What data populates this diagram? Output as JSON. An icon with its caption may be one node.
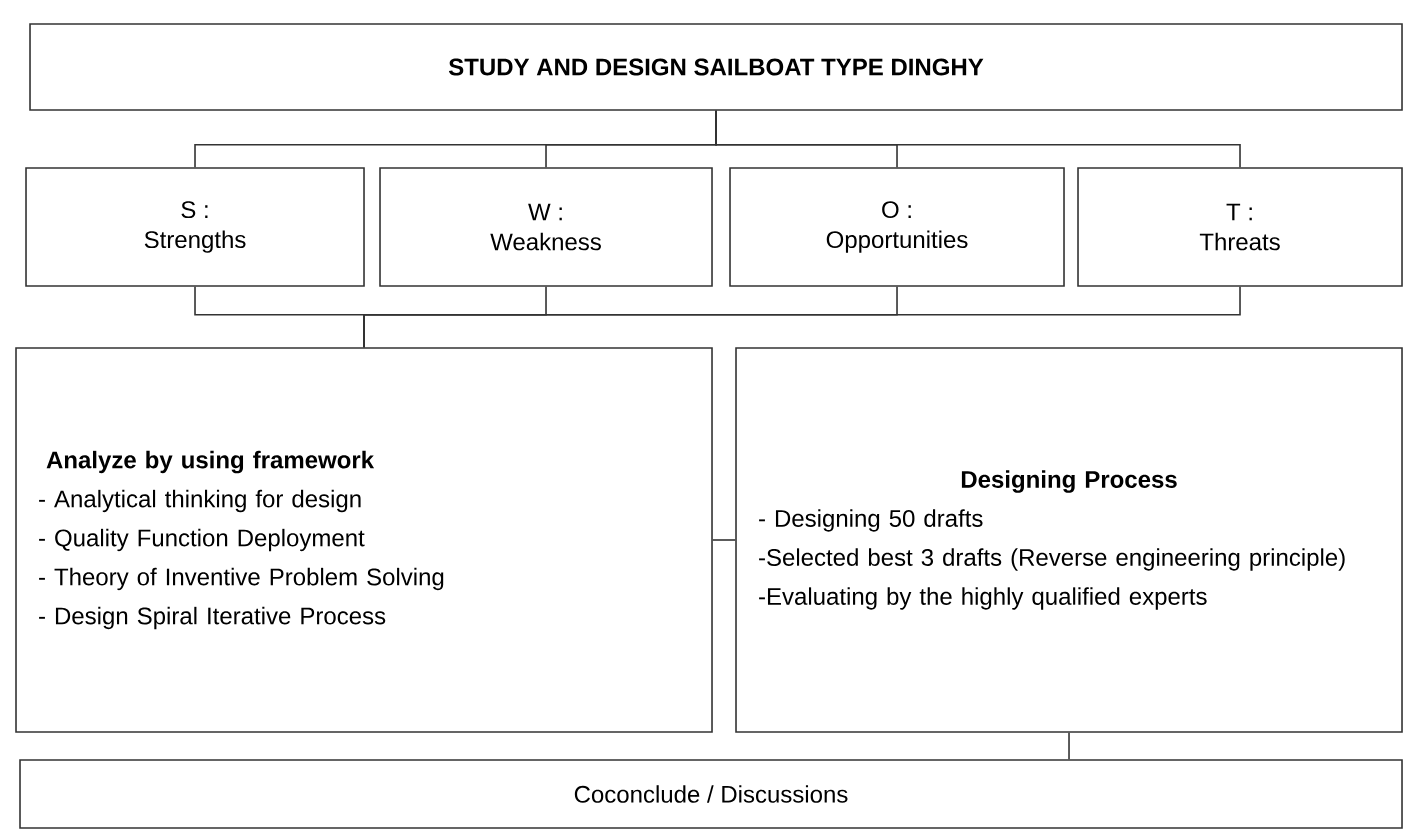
{
  "diagram": {
    "nodes": [
      {
        "text": [
          "STUDY AND DESIGN SAILBOAT TYPE DINGHY"
        ]
      },
      {
        "text": [
          "S :",
          "Strengths"
        ]
      },
      {
        "text": [
          "W :",
          "Weakness"
        ]
      },
      {
        "text": [
          "O :",
          "Opportunities"
        ]
      },
      {
        "text": [
          "T :",
          "Threats"
        ]
      },
      {
        "text": [
          "Analyze by using framework",
          "- Analytical thinking for design",
          "- Quality Function Deployment",
          "- Theory of Inventive Problem Solving",
          "- Design Spiral Iterative Process"
        ]
      },
      {
        "text": [
          "Designing Process",
          "- Designing 50 drafts",
          "-Selected best 3 drafts (Reverse engineering principle)",
          "-Evaluating by the highly qualified experts"
        ]
      },
      {
        "text": [
          "Coconclude / Discussions"
        ]
      }
    ],
    "edges": [
      {
        "from": 0,
        "to": 1,
        "arrow": "none"
      },
      {
        "from": 0,
        "to": 2,
        "arrow": "none"
      },
      {
        "from": 0,
        "to": 3,
        "arrow": "none"
      },
      {
        "from": 0,
        "to": 4,
        "arrow": "none"
      },
      {
        "from": 1,
        "to": 5,
        "arrow": "none"
      },
      {
        "from": 2,
        "to": 5,
        "arrow": "none"
      },
      {
        "from": 3,
        "to": 5,
        "arrow": "none"
      },
      {
        "from": 4,
        "to": 5,
        "arrow": "none"
      },
      {
        "from": 5,
        "to": 6,
        "arrow": "none"
      },
      {
        "from": 6,
        "to": 7,
        "arrow": "none"
      }
    ]
  }
}
